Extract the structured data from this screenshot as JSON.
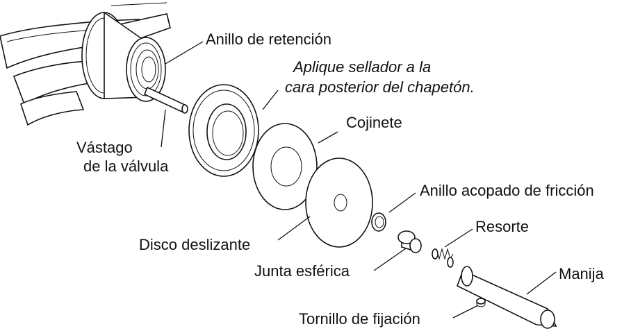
{
  "labels": {
    "anillo_retencion": "Anillo de retención",
    "aplique_line1": "Aplique sellador a la",
    "aplique_line2": "cara posterior del chapetón.",
    "cojinete": "Cojinete",
    "vastago_line1": "Vástago",
    "vastago_line2": "de la válvula",
    "anillo_friccion": "Anillo acopado de fricción",
    "resorte": "Resorte",
    "disco": "Disco deslizante",
    "junta": "Junta esférica",
    "manija": "Manija",
    "tornillo": "Tornillo de fijación"
  }
}
